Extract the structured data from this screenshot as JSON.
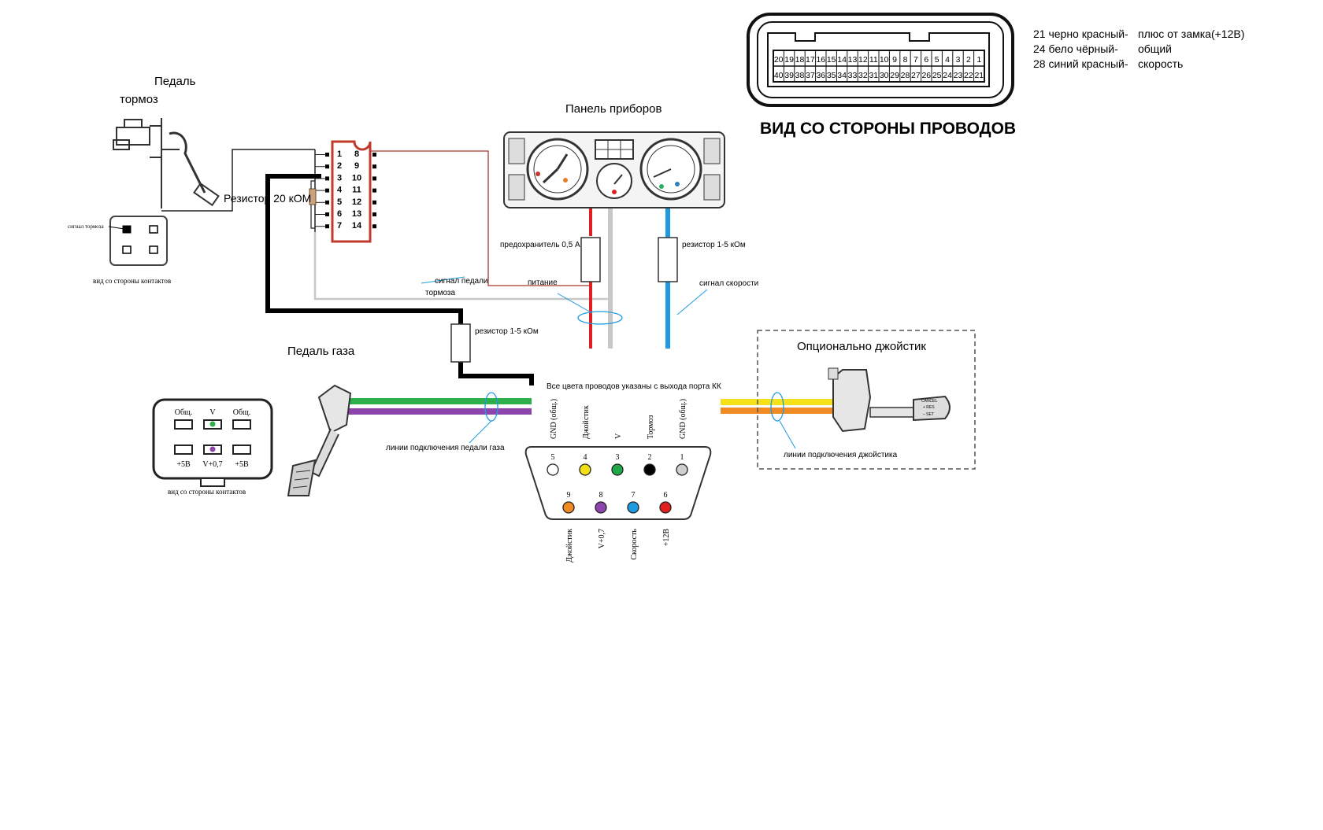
{
  "legend_lines": [
    {
      "pin": "21 черно красный-",
      "desc": "плюс от замка(+12В)"
    },
    {
      "pin": "24 бело чёрный-",
      "desc": "общий"
    },
    {
      "pin": "28 синий красный-",
      "desc": "скорость"
    }
  ],
  "connector_view_title": "ВИД СО СТОРОНЫ ПРОВОДОВ",
  "connector_pins_top": [
    "20",
    "19",
    "18",
    "17",
    "16",
    "15",
    "14",
    "13",
    "12",
    "11",
    "10",
    "9",
    "8",
    "7",
    "6",
    "5",
    "4",
    "3",
    "2",
    "1"
  ],
  "connector_pins_bottom": [
    "40",
    "39",
    "38",
    "37",
    "36",
    "35",
    "34",
    "33",
    "32",
    "31",
    "30",
    "29",
    "28",
    "27",
    "26",
    "25",
    "24",
    "23",
    "22",
    "21"
  ],
  "brake_pedal": {
    "label_line1": "Педаль",
    "label_line2": "тормоз",
    "signal_label": "сигнал тормоза",
    "view_label": "вид со стороны контактов"
  },
  "ic_pins_left": [
    "1",
    "2",
    "3",
    "4",
    "5",
    "6",
    "7"
  ],
  "ic_pins_right": [
    "8",
    "9",
    "10",
    "11",
    "12",
    "13",
    "14"
  ],
  "resistor_20k": "Резистор 20 кОМ",
  "instrument_panel": "Панель приборов",
  "fuse_label": "предохранитель 0,5 А",
  "resistor_speed": "резистор 1-5 кОм",
  "power_label": "питание",
  "speed_signal": "сигнал скорости",
  "brake_signal_line1": "сигнал педали",
  "brake_signal_line2": "тормоза",
  "resistor_brake": "резистор 1-5 кОм",
  "gas_pedal": "Педаль газа",
  "gas_lines_label": "линии подключения педали газа",
  "port_note": "Все цвета проводов указаны с выхода порта КК",
  "gas_connector": {
    "top_labels": [
      "Общ.",
      "V",
      "Общ."
    ],
    "bottom_labels": [
      "+5В",
      "V+0,7",
      "+5В"
    ],
    "view_label": "вид со стороны контактов"
  },
  "db9": {
    "top_names": [
      "GND (общ.)",
      "Джойстик",
      "V",
      "Тормоз",
      "GND (общ.)"
    ],
    "top_numbers": [
      "5",
      "4",
      "3",
      "2",
      "1"
    ],
    "top_colors": [
      "#ffffff",
      "#f2e014",
      "#22a64a",
      "#000000",
      "#cfcfcf"
    ],
    "bottom_numbers": [
      "9",
      "8",
      "7",
      "6"
    ],
    "bottom_colors": [
      "#f08a24",
      "#8e44ad",
      "#1e9be0",
      "#e02020"
    ],
    "bottom_names": [
      "Джойстик",
      "V+0,7",
      "Скорость",
      "+12В"
    ]
  },
  "joystick": {
    "title": "Опционально джойстик",
    "lines_label": "линии подключения джойстика",
    "lever_text_1": "CANCEL",
    "lever_text_2": "+ RES",
    "lever_text_3": "– SET"
  },
  "colors": {
    "red_wire": "#e02020",
    "grey_wire": "#c8c8c8",
    "blue_wire": "#1e9be0",
    "green_wire": "#2bb04a",
    "purple_wire": "#8e44ad",
    "yellow_wire": "#f5e11a",
    "orange_wire": "#f08a24",
    "black_wire": "#000000",
    "brown_wire": "#a33a2a"
  }
}
